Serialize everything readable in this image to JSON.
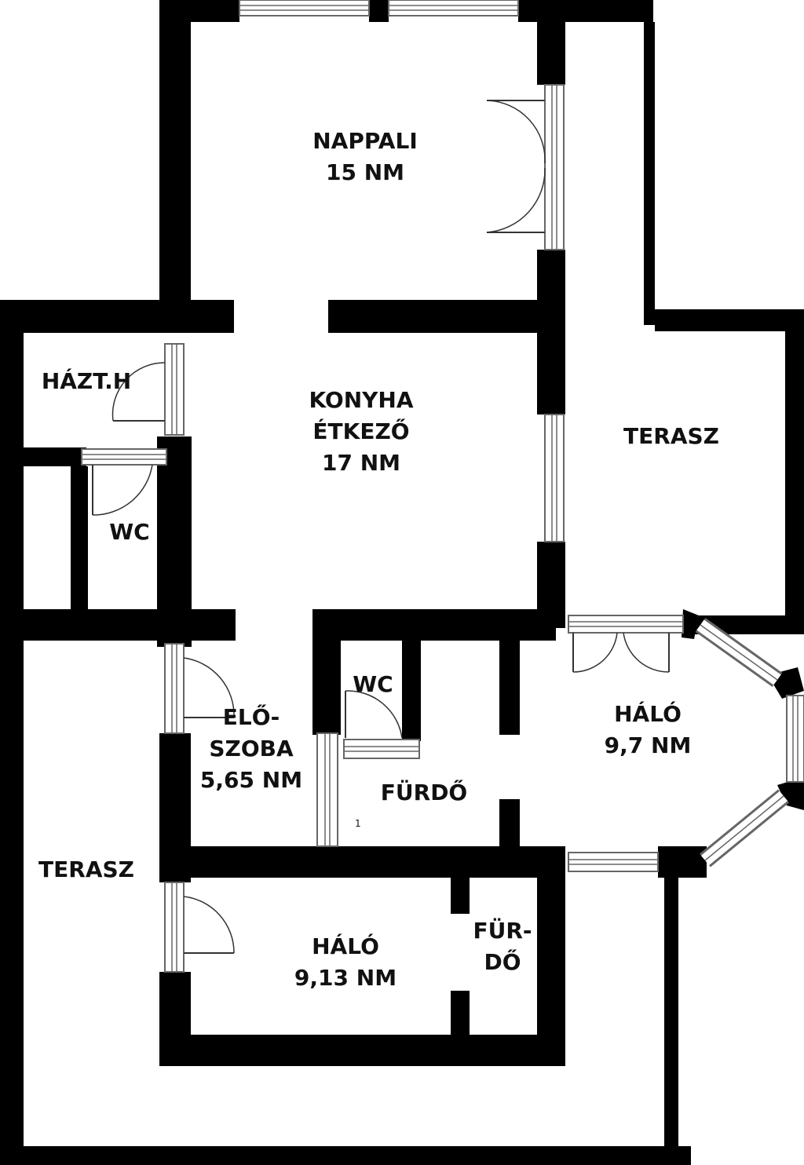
{
  "colors": {
    "wall": "#000000",
    "background": "#ffffff",
    "window": "#666666"
  },
  "rooms": {
    "nappali": {
      "name": "NAPPALI",
      "area": "15 NM"
    },
    "konyha": {
      "line1": "KONYHA",
      "line2": "ÉTKEZŐ",
      "area": "17 NM"
    },
    "terasz_right": {
      "name": "TERASZ"
    },
    "haztartasi": {
      "name": "HÁZT.H"
    },
    "wc_left": {
      "name": "WC"
    },
    "wc_middle": {
      "name": "WC"
    },
    "eloszoba": {
      "line1": "ELŐ-",
      "line2": "SZOBA",
      "area": "5,65 NM"
    },
    "furdo": {
      "name": "FÜRDŐ"
    },
    "halo_right": {
      "name": "HÁLÓ",
      "area": "9,7 NM"
    },
    "terasz_left": {
      "name": "TERASZ"
    },
    "halo_bottom": {
      "name": "HÁLÓ",
      "area": "9,13 NM"
    },
    "furdo_small": {
      "line1": "FÜR-",
      "line2": "DŐ"
    }
  },
  "marker": "1"
}
